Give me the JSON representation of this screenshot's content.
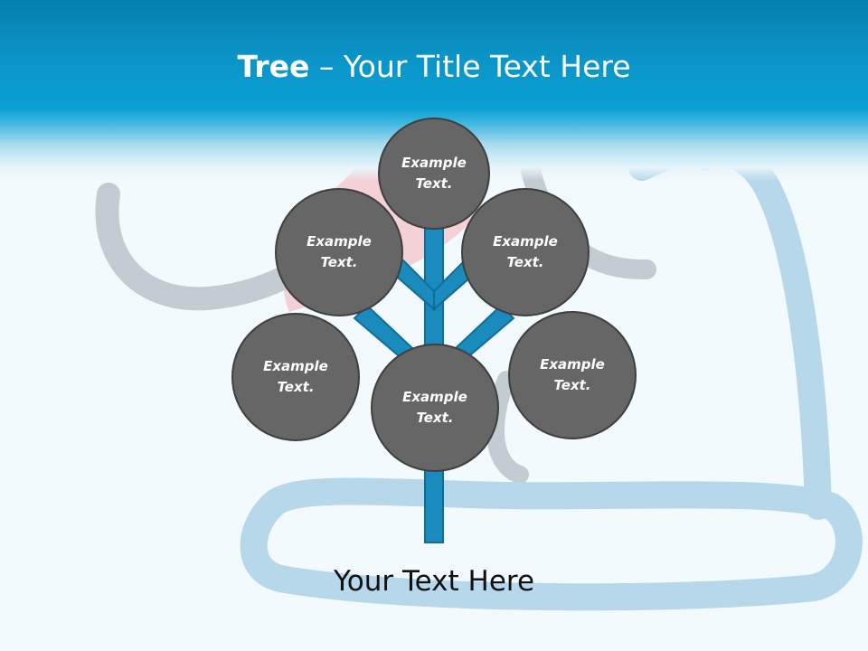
{
  "slide": {
    "title_bold": "Tree",
    "title_dash": " – ",
    "title_rest": "Your Title Text Here",
    "caption": "Your Text Here"
  },
  "nodes": [
    {
      "label": "Example\nText."
    },
    {
      "label": "Example\nText."
    },
    {
      "label": "Example\nText."
    },
    {
      "label": "Example\nText."
    },
    {
      "label": "Example\nText."
    },
    {
      "label": "Example\nText."
    }
  ],
  "colors": {
    "header_dark": "#057fae",
    "header_mid": "#0aa0d4",
    "trunk": "#1a8bbd",
    "trunk_outline": "#0f6d96",
    "bubble_fill": "#666666",
    "bubble_outline": "#3f3f3f",
    "background": "#f2fafd"
  }
}
